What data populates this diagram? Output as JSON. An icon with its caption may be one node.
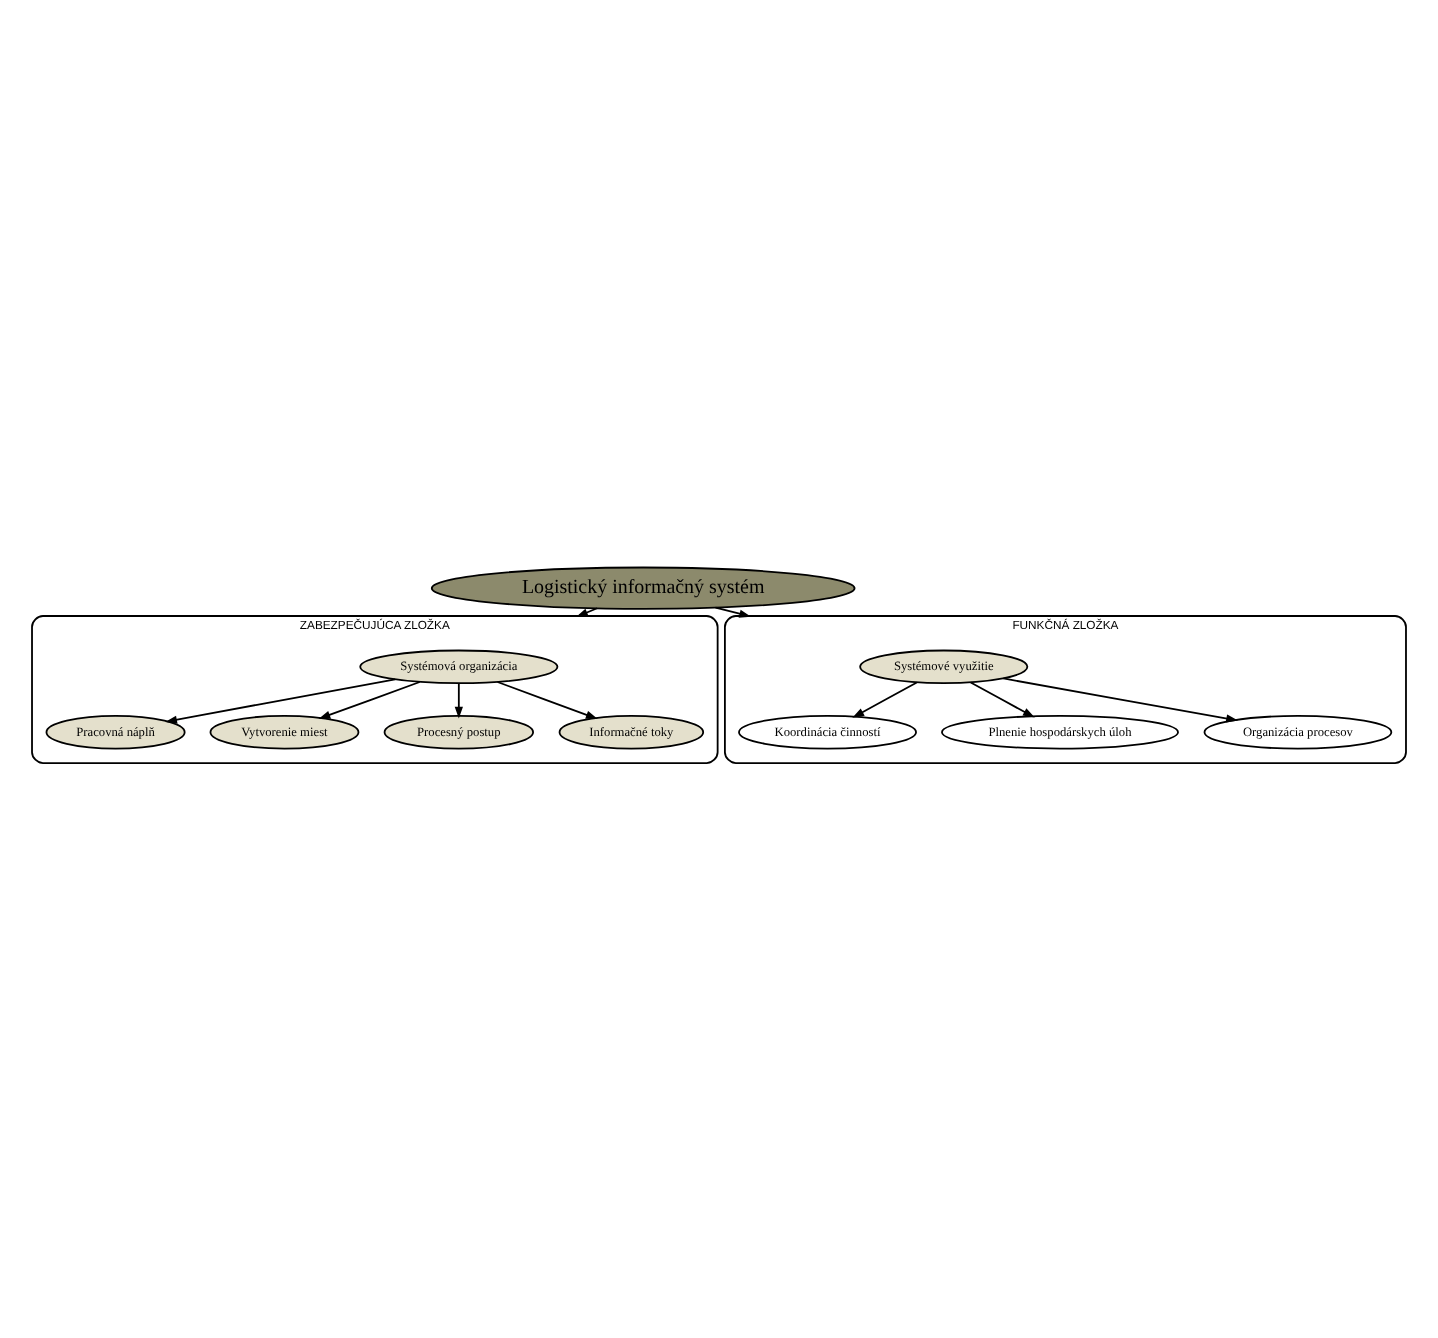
{
  "diagram": {
    "nodes": [
      {
        "text": [
          "Logistický informačný systém"
        ]
      },
      {
        "text": [
          "ZABEZPEČUJÚCA ZLOŽKA"
        ]
      },
      {
        "text": [
          "Systémová organizácia"
        ],
        "in": 1
      },
      {
        "text": [
          "Pracovná náplň"
        ],
        "in": 1
      },
      {
        "text": [
          "Vytvorenie miest"
        ],
        "in": 1
      },
      {
        "text": [
          "Procesný postup"
        ],
        "in": 1
      },
      {
        "text": [
          "Informačné toky"
        ],
        "in": 1
      },
      {
        "text": [
          "FUNKČNÁ ZLOŽKA"
        ]
      },
      {
        "text": [
          "Systémové využitie"
        ],
        "in": 7
      },
      {
        "text": [
          "Koordinácia činností"
        ],
        "in": 7
      },
      {
        "text": [
          "Plnenie hospodárskych úloh"
        ],
        "in": 7
      },
      {
        "text": [
          "Organizácia procesov"
        ],
        "in": 7
      }
    ],
    "edges": [
      {
        "from": 0,
        "to": 1,
        "arrow": "to"
      },
      {
        "from": 0,
        "to": 7,
        "arrow": "to"
      },
      {
        "from": 2,
        "to": 3,
        "arrow": "to"
      },
      {
        "from": 2,
        "to": 4,
        "arrow": "to"
      },
      {
        "from": 2,
        "to": 5,
        "arrow": "to"
      },
      {
        "from": 2,
        "to": 6,
        "arrow": "to"
      },
      {
        "from": 8,
        "to": 9,
        "arrow": "to"
      },
      {
        "from": 8,
        "to": 10,
        "arrow": "to"
      },
      {
        "from": 8,
        "to": 11,
        "arrow": "to"
      }
    ]
  }
}
